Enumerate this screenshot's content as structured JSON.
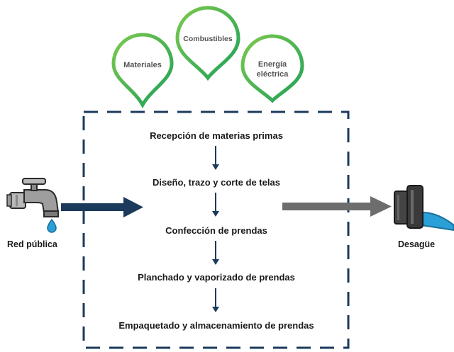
{
  "inputs": [
    {
      "lines": [
        "Materiales"
      ]
    },
    {
      "lines": [
        "Combustibles"
      ]
    },
    {
      "lines": [
        "Energía",
        "eléctrica"
      ]
    }
  ],
  "steps": [
    "Recepción de materias primas",
    "Diseño, trazo y corte de telas",
    "Confección de prendas",
    "Planchado y vaporizado de prendas",
    "Empaquetado y almacenamiento de prendas"
  ],
  "source_label": "Red pública",
  "sink_label": "Desagüe",
  "icons": {
    "source": "water-tap-icon",
    "sink": "drain-pipe-icon"
  },
  "colors": {
    "pin_stroke": "#3aab48",
    "box_dash": "#1b3a5c",
    "arrow_in": "#1b3a5c",
    "arrow_out": "#6d6d6d",
    "water": "#2a9fd8"
  }
}
